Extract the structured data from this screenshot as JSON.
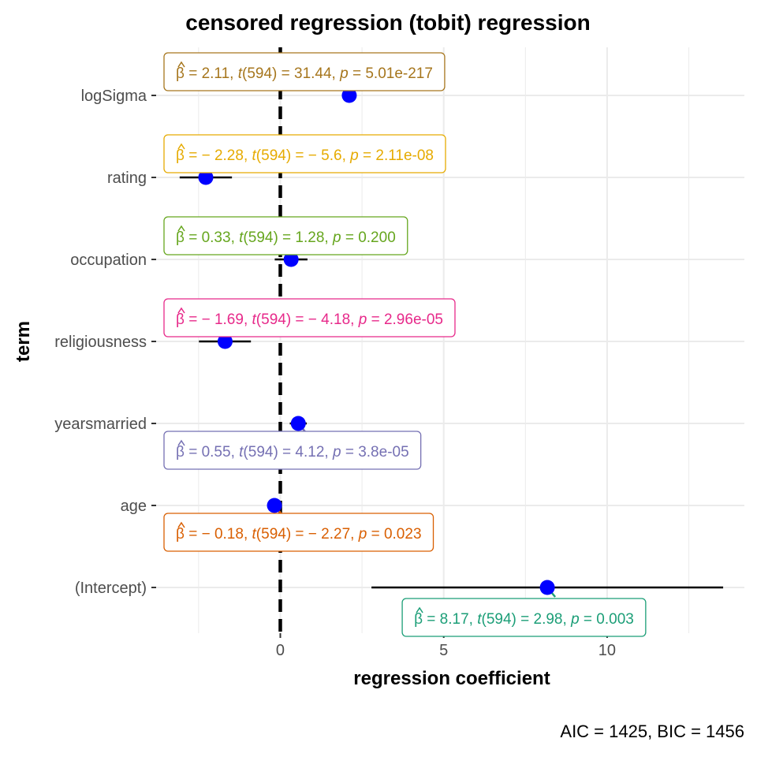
{
  "chart_data": {
    "type": "scatter",
    "title": "censored regression (tobit) regression",
    "xlabel": "regression coefficient",
    "ylabel": "term",
    "caption": "AIC = 1425, BIC = 1456",
    "xlim": [
      -3.8,
      14.2
    ],
    "x_ticks": [
      0,
      5,
      10
    ],
    "x_tick_labels": [
      "0",
      "5",
      "10"
    ],
    "reference_line_x": 0,
    "grid": true,
    "point_color": "#0000ff",
    "terms": [
      {
        "term": "logSigma",
        "estimate": 2.11,
        "ci": [
          1.97,
          2.24
        ],
        "label": {
          "beta": "2.11",
          "t": "31.44",
          "p": "5.01e-217"
        },
        "color": "#a6761d",
        "label_pos": "above"
      },
      {
        "term": "rating",
        "estimate": -2.28,
        "ci": [
          -3.08,
          -1.48
        ],
        "label": {
          "beta": "− 2.28",
          "t": "− 5.6",
          "p": "2.11e-08"
        },
        "color": "#e6ab02",
        "label_pos": "above"
      },
      {
        "term": "occupation",
        "estimate": 0.33,
        "ci": [
          -0.17,
          0.83
        ],
        "label": {
          "beta": "0.33",
          "t": "1.28",
          "p": "0.200"
        },
        "color": "#66a61e",
        "label_pos": "above"
      },
      {
        "term": "religiousness",
        "estimate": -1.69,
        "ci": [
          -2.49,
          -0.9
        ],
        "label": {
          "beta": "− 1.69",
          "t": "− 4.18",
          "p": "2.96e-05"
        },
        "color": "#e7298a",
        "label_pos": "above"
      },
      {
        "term": "yearsmarried",
        "estimate": 0.55,
        "ci": [
          0.29,
          0.81
        ],
        "label": {
          "beta": "0.55",
          "t": "4.12",
          "p": "3.8e-05"
        },
        "color": "#7570b3",
        "label_pos": "below"
      },
      {
        "term": "age",
        "estimate": -0.18,
        "ci": [
          -0.34,
          -0.02
        ],
        "label": {
          "beta": "− 0.18",
          "t": "− 2.27",
          "p": "0.023"
        },
        "color": "#d95f02",
        "label_pos": "below"
      },
      {
        "term": "(Intercept)",
        "estimate": 8.17,
        "ci": [
          2.79,
          13.55
        ],
        "label": {
          "beta": "8.17",
          "t": "2.98",
          "p": "0.003"
        },
        "color": "#1b9e77",
        "label_pos": "below"
      }
    ],
    "stat_df": "594"
  }
}
